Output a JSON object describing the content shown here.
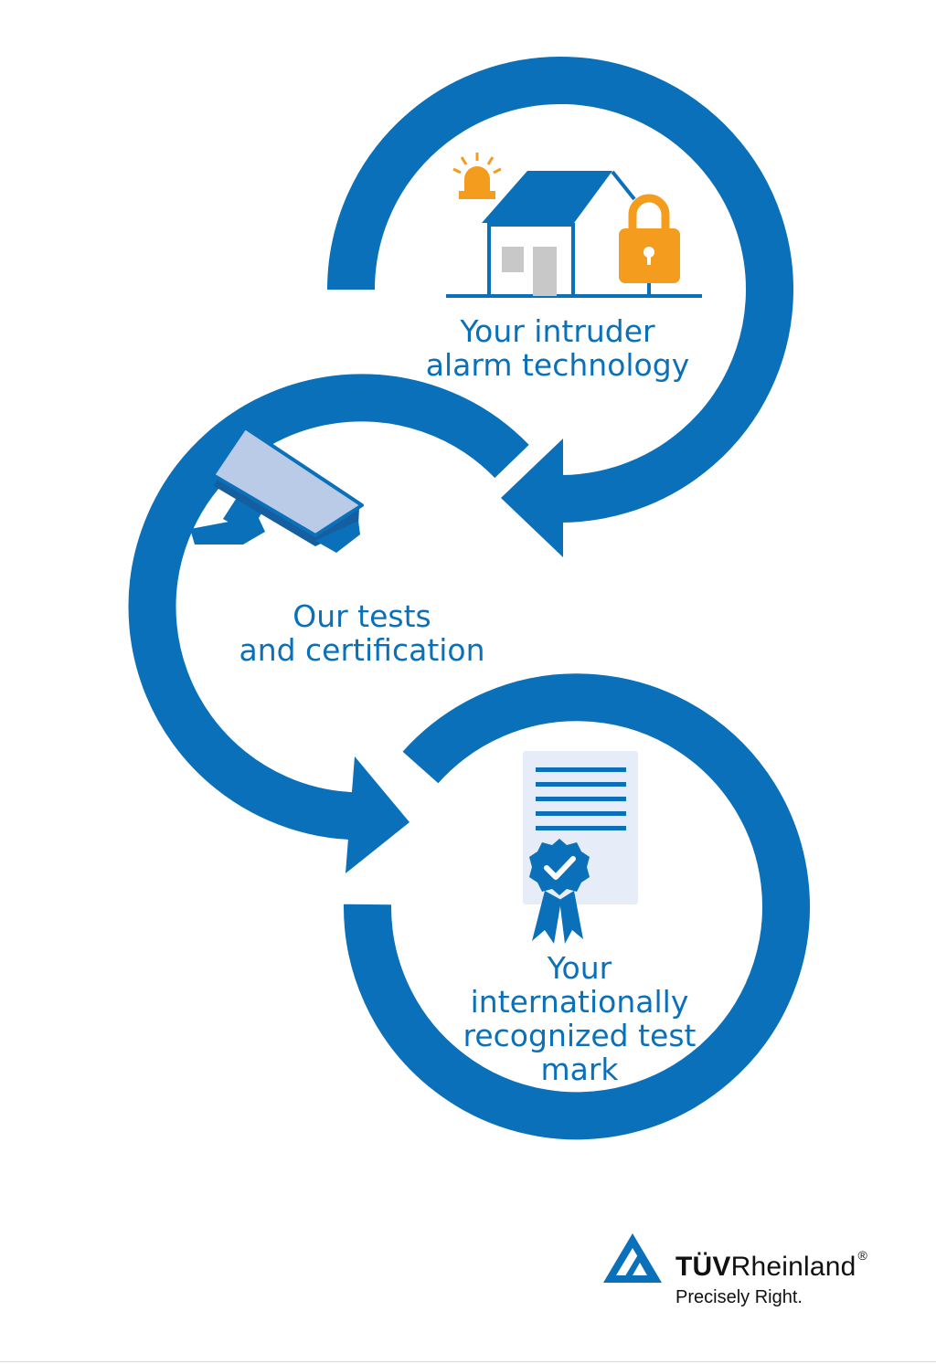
{
  "steps": [
    {
      "lines": [
        "Your intruder",
        "alarm technology"
      ],
      "icon": "house-lock-alarm-icon"
    },
    {
      "lines": [
        "Our tests",
        "and certification"
      ],
      "icon": "security-camera-icon"
    },
    {
      "lines": [
        "Your",
        "internationally",
        "recognized test",
        "mark"
      ],
      "icon": "certificate-icon"
    }
  ],
  "logo": {
    "brand_bold": "TÜV",
    "brand_regular": "Rheinland",
    "registered": "®",
    "tagline": "Precisely Right."
  },
  "colors": {
    "brand_blue": "#0a70b9",
    "alarm_orange": "#f39c1d",
    "camera_light": "#b9cbe6",
    "certificate_bg": "#e7edf8",
    "door_grey": "#c8c8c8"
  }
}
